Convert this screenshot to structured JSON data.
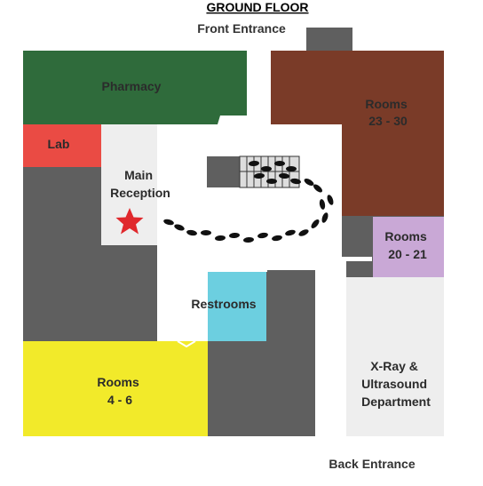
{
  "title": "GROUND FLOOR",
  "entrances": {
    "front": "Front Entrance",
    "back": "Back Entrance"
  },
  "rooms": {
    "pharmacy": "Pharmacy",
    "lab": "Lab",
    "main_reception": [
      "Main",
      "Reception"
    ],
    "rooms_23_30": [
      "Rooms",
      "23 - 30"
    ],
    "rooms_20_21": [
      "Rooms",
      "20 - 21"
    ],
    "restrooms": "Restrooms",
    "rooms_4_6": [
      "Rooms",
      "4 - 6"
    ],
    "xray": [
      "X-Ray &",
      "Ultrasound",
      "Department"
    ]
  },
  "colors": {
    "wall": "#5f5f5f",
    "pharmacy": "#2f6b3b",
    "rooms_23_30": "#7a3b28",
    "lab": "#ea4b44",
    "rooms_20_21": "#c9a8d6",
    "restrooms": "#6ccfe0",
    "rooms_4_6": "#f2ea2a",
    "xray": "#eeeeee",
    "reception": "#eeeeee",
    "corridor": "#ffffff",
    "star": "#e0282c",
    "footprint": "#111111"
  },
  "icons": {
    "you_are_here": "star-icon",
    "path": "footprints-icon",
    "stairs": "stairs-icon"
  }
}
